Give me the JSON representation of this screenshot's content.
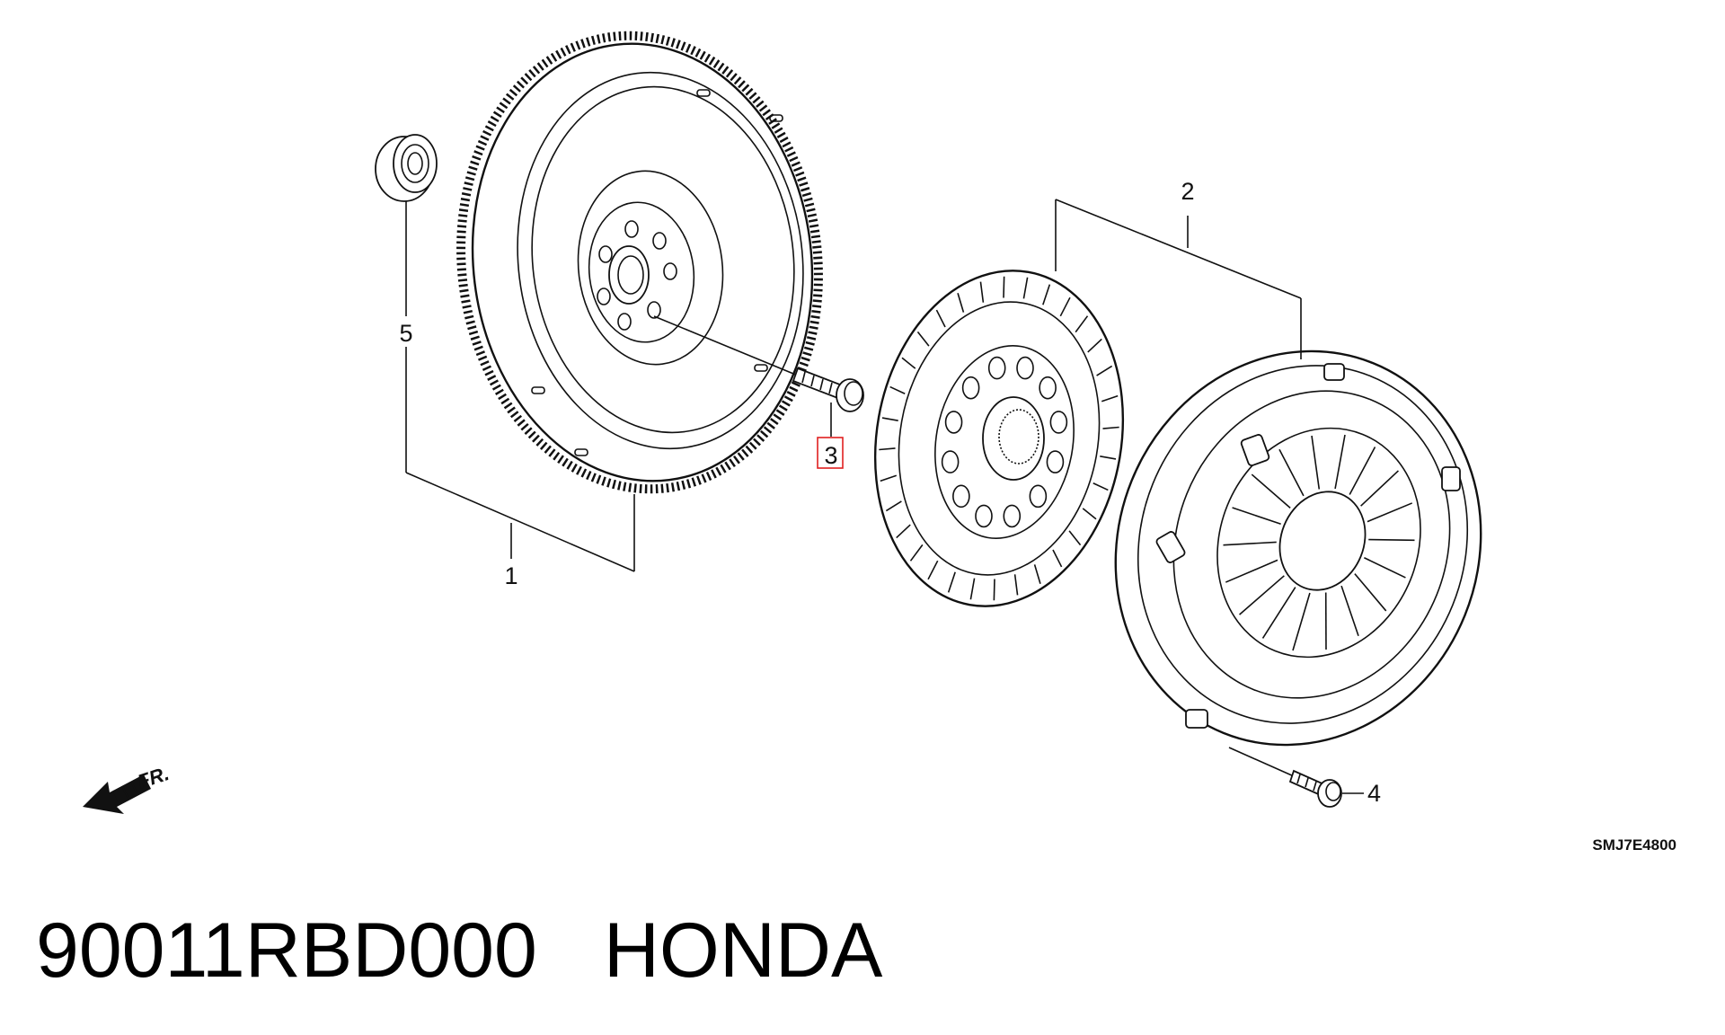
{
  "diagram": {
    "code": "SMJ7E4800",
    "front_label": "FR.",
    "callouts": {
      "flywheel": "1",
      "clutch_disc_and_cover": "2",
      "flywheel_bolt": "3",
      "cover_bolt": "4",
      "pilot_bearing": "5"
    },
    "highlight_color": "#e02020"
  },
  "caption": {
    "part_number": "90011RBD000",
    "brand": "HONDA"
  }
}
